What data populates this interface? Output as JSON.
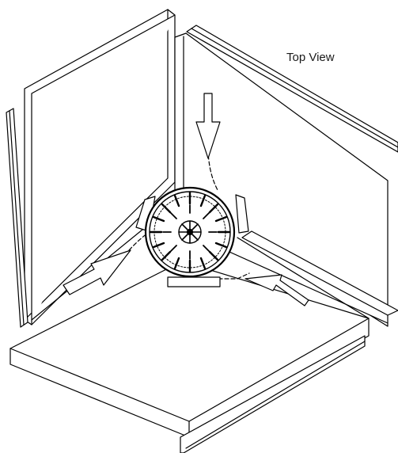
{
  "diagram": {
    "caption": "Top View",
    "stroke_color": "#000000",
    "background_color": "#ffffff",
    "airflow_arrows": [
      {
        "name": "top",
        "direction": "down"
      },
      {
        "name": "left",
        "direction": "up-right"
      },
      {
        "name": "right",
        "direction": "up-left"
      }
    ]
  }
}
